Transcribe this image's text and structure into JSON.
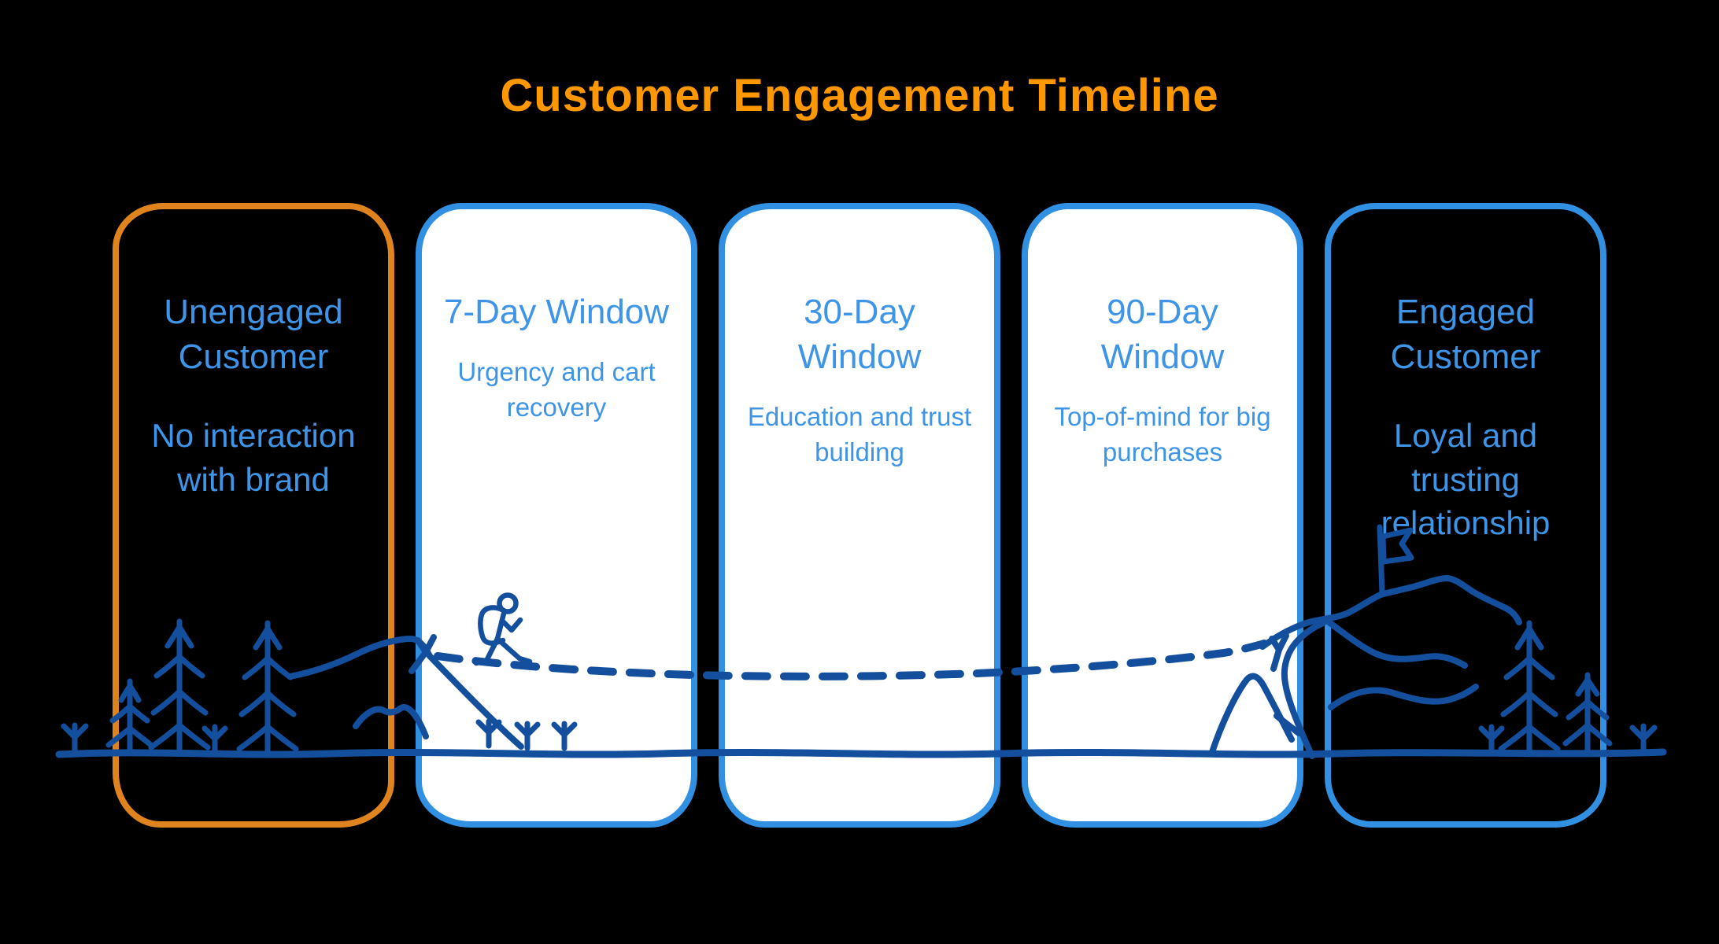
{
  "title": {
    "label": "Customer Engagement Timeline"
  },
  "stages": [
    {
      "heading": "Unengaged\nCustomer",
      "body": "No interaction\nwith brand"
    },
    {
      "heading": "7-Day Window",
      "body": "Urgency and cart\nrecovery"
    },
    {
      "heading": "30-Day\nWindow",
      "body": "Education and trust\nbuilding"
    },
    {
      "heading": "90-Day\nWindow",
      "body": "Top-of-mind for big\npurchases"
    },
    {
      "heading": "Engaged\nCustomer",
      "body": "Loyal and\ntrusting\nrelationship"
    }
  ],
  "colors": {
    "background": "#000000",
    "title_orange": "#FF9800",
    "stage_border_orange": "#DF831F",
    "stage_border_blue": "#3190E2",
    "stage_fill_light": "#FFFFFF",
    "text_blue": "#3E95E8",
    "illustration_ink": "#134F9C"
  },
  "illustration": {
    "elements": [
      "pine-tree",
      "sapling",
      "rolling-hills",
      "hiker-with-backpack",
      "dashed-trail",
      "mountain-peak",
      "summit-flag",
      "ground-line"
    ]
  }
}
